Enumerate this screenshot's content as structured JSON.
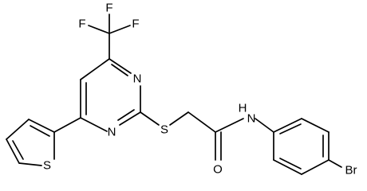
{
  "structure": {
    "atom_labels": {
      "F1": "F",
      "F2": "F",
      "F3": "F",
      "N_pyr_top": "N",
      "N_pyr_bottom": "N",
      "S_thioether": "S",
      "S_thiophene": "S",
      "N_amide": "N",
      "H_amide": "H",
      "O_carbonyl": "O",
      "Br": "Br"
    }
  }
}
